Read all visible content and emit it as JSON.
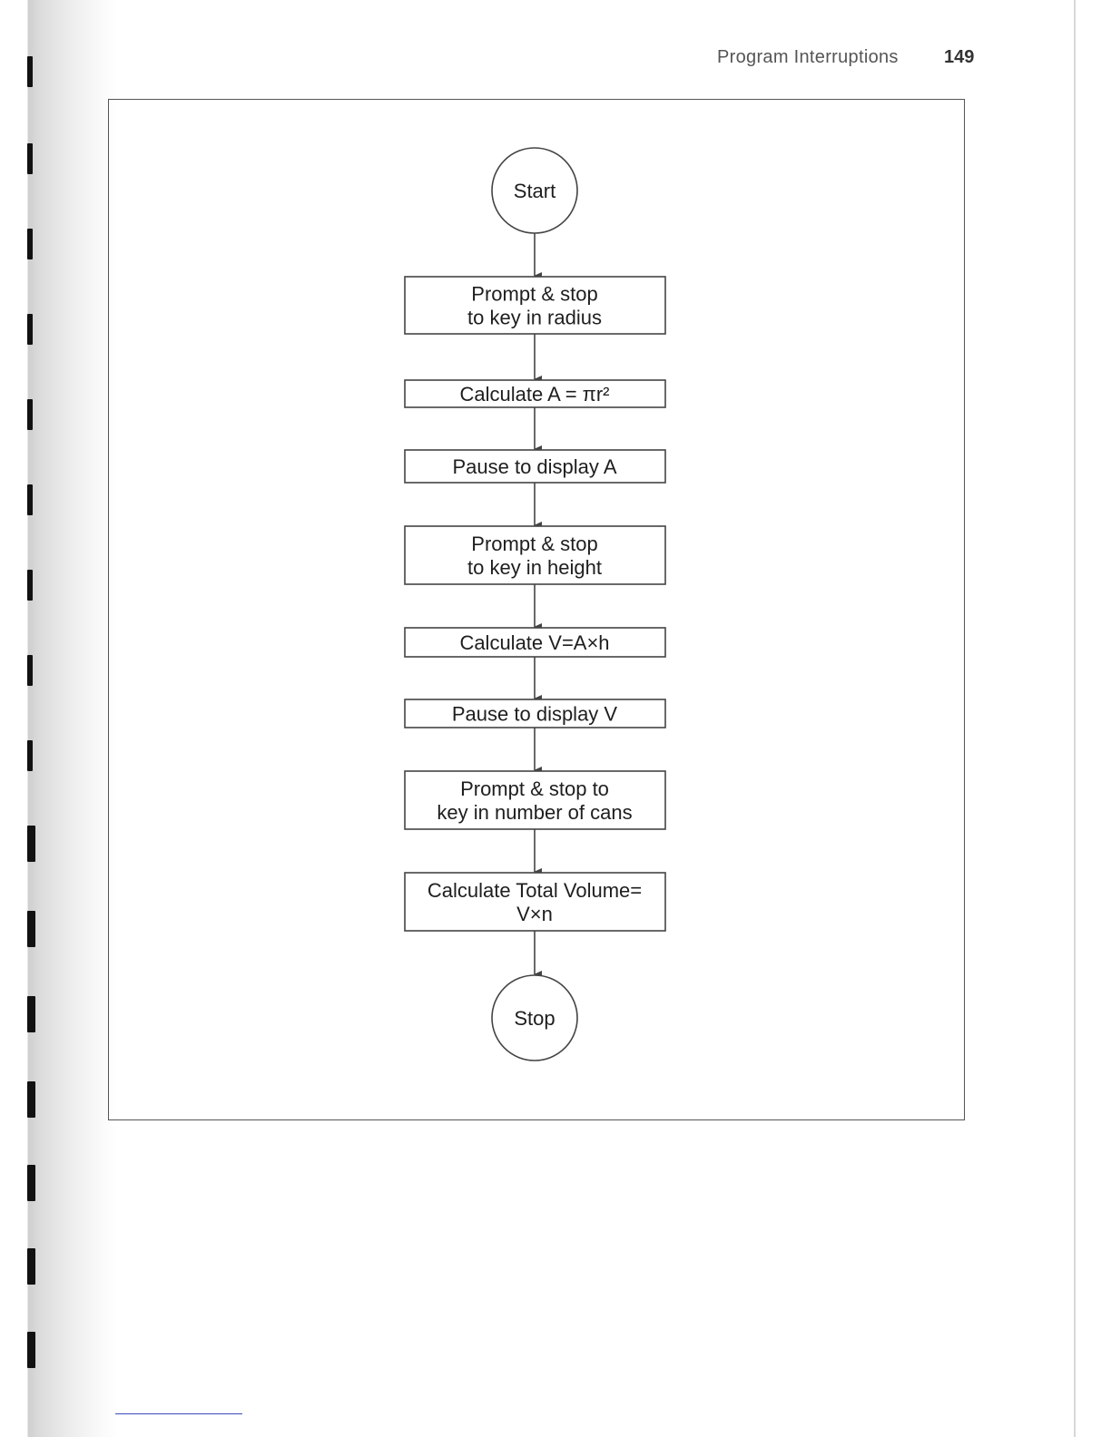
{
  "header": {
    "title": "Program Interruptions",
    "page_number": "149"
  },
  "flowchart": {
    "nodes": [
      {
        "id": "start",
        "shape": "circle",
        "lines": [
          "Start"
        ]
      },
      {
        "id": "prompt-radius",
        "shape": "rect",
        "lines": [
          "Prompt & stop",
          "to key in radius"
        ]
      },
      {
        "id": "calc-area",
        "shape": "rect",
        "lines": [
          "Calculate A = πr²"
        ]
      },
      {
        "id": "pause-area",
        "shape": "rect",
        "lines": [
          "Pause to display A"
        ]
      },
      {
        "id": "prompt-height",
        "shape": "rect",
        "lines": [
          "Prompt & stop",
          "to key in height"
        ]
      },
      {
        "id": "calc-volume",
        "shape": "rect",
        "lines": [
          "Calculate V=A×h"
        ]
      },
      {
        "id": "pause-volume",
        "shape": "rect",
        "lines": [
          "Pause to display V"
        ]
      },
      {
        "id": "prompt-cans",
        "shape": "rect",
        "lines": [
          "Prompt & stop to",
          "key in number of cans"
        ]
      },
      {
        "id": "calc-total",
        "shape": "rect",
        "lines": [
          "Calculate Total Volume=",
          "V×n"
        ]
      },
      {
        "id": "stop",
        "shape": "circle",
        "lines": [
          "Stop"
        ]
      }
    ],
    "edges": [
      [
        "start",
        "prompt-radius"
      ],
      [
        "prompt-radius",
        "calc-area"
      ],
      [
        "calc-area",
        "pause-area"
      ],
      [
        "pause-area",
        "prompt-height"
      ],
      [
        "prompt-height",
        "calc-volume"
      ],
      [
        "calc-volume",
        "pause-volume"
      ],
      [
        "pause-volume",
        "prompt-cans"
      ],
      [
        "prompt-cans",
        "calc-total"
      ],
      [
        "calc-total",
        "stop"
      ]
    ]
  }
}
